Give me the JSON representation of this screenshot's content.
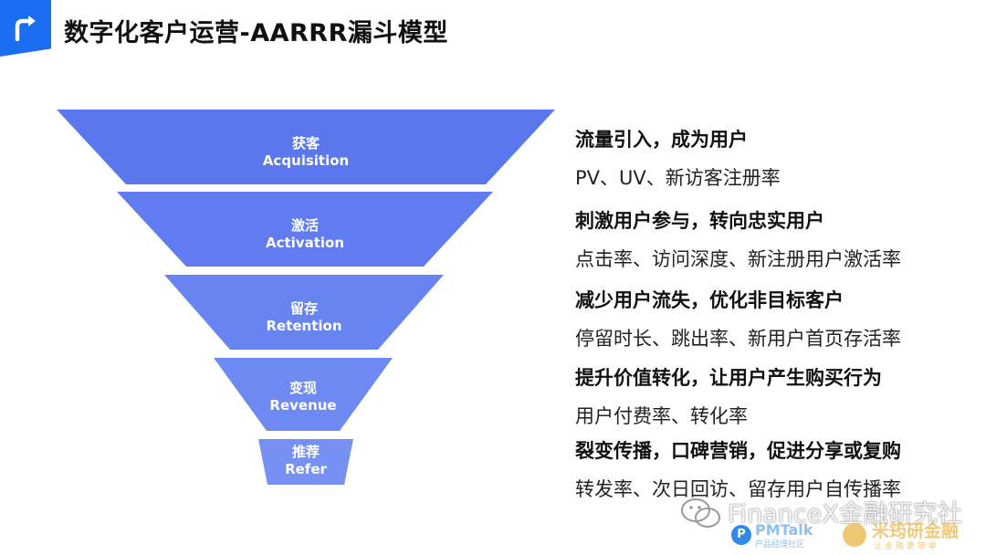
{
  "header": {
    "title": "数字化客户运营-AARRR漏斗模型",
    "icon": "arrow-turn-right-icon",
    "accent": "#1a6cf0"
  },
  "funnel": {
    "colors": [
      "#5a77ee",
      "#607cf0",
      "#6784f1",
      "#6e8af2",
      "#7691f3"
    ],
    "layers": [
      {
        "cn": "获客",
        "en": "Acquisition",
        "title": "流量引入，成为用户",
        "metrics": "PV、UV、新访客注册率"
      },
      {
        "cn": "激活",
        "en": "Activation",
        "title": "刺激用户参与，转向忠实用户",
        "metrics": "点击率、访问深度、新注册用户激活率"
      },
      {
        "cn": "留存",
        "en": "Retention",
        "title": "减少用户流失，优化非目标客户",
        "metrics": "停留时长、跳出率、新用户首页存活率"
      },
      {
        "cn": "变现",
        "en": "Revenue",
        "title": "提升价值转化，让用户产生购买行为",
        "metrics": "用户付费率、转化率"
      },
      {
        "cn": "推荐",
        "en": "Refer",
        "title": "裂变传播，口碑营销，促进分享或复购",
        "metrics": "转发率、次日回访、留存用户自传播率"
      }
    ]
  },
  "watermark": {
    "main": "FinanceX金融研究社",
    "pm_name": "PMTalk",
    "pm_sub": "产品经理社区",
    "pm_logo": "P",
    "jr_name": "米筠研金融",
    "jr_sub": "让金融更简单"
  }
}
